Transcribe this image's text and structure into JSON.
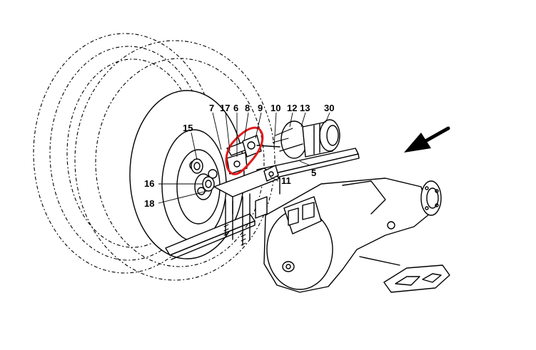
{
  "figure": {
    "callouts": [
      {
        "id": "c7",
        "text": "7"
      },
      {
        "id": "c17",
        "text": "17"
      },
      {
        "id": "c6",
        "text": "6"
      },
      {
        "id": "c8",
        "text": "8"
      },
      {
        "id": "c9",
        "text": "9"
      },
      {
        "id": "c10",
        "text": "10"
      },
      {
        "id": "c12",
        "text": "12"
      },
      {
        "id": "c13",
        "text": "13"
      },
      {
        "id": "c30",
        "text": "30"
      },
      {
        "id": "c15",
        "text": "15"
      },
      {
        "id": "c5",
        "text": "5"
      },
      {
        "id": "c11",
        "text": "11"
      },
      {
        "id": "c16",
        "text": "16"
      },
      {
        "id": "c18",
        "text": "18"
      }
    ],
    "highlight_color": "#e11b1b",
    "ink_color": "#000000",
    "arrow": {
      "direction": "down-left"
    }
  }
}
